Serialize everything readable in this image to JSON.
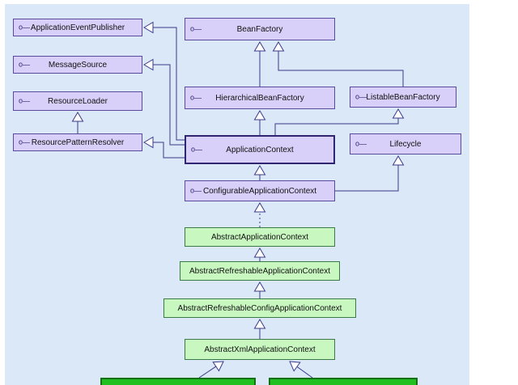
{
  "diagram": {
    "nodes": [
      {
        "id": "app-event-publisher",
        "kind": "interface",
        "label": "ApplicationEventPublisher",
        "icon": "interface-icon"
      },
      {
        "id": "message-source",
        "kind": "interface",
        "label": "MessageSource",
        "icon": "interface-icon"
      },
      {
        "id": "resource-loader",
        "kind": "interface",
        "label": "ResourceLoader",
        "icon": "interface-icon"
      },
      {
        "id": "resource-pattern-resolver",
        "kind": "interface",
        "label": "ResourcePatternResolver",
        "icon": "interface-icon"
      },
      {
        "id": "bean-factory",
        "kind": "interface",
        "label": "BeanFactory",
        "icon": "interface-icon"
      },
      {
        "id": "hierarchical-bean-factory",
        "kind": "interface",
        "label": "HierarchicalBeanFactory",
        "icon": "interface-icon"
      },
      {
        "id": "listable-bean-factory",
        "kind": "interface",
        "label": "ListableBeanFactory",
        "icon": "interface-icon"
      },
      {
        "id": "application-context",
        "kind": "interface",
        "label": "ApplicationContext",
        "icon": "interface-icon",
        "highlight": true
      },
      {
        "id": "lifecycle",
        "kind": "interface",
        "label": "Lifecycle",
        "icon": "interface-icon"
      },
      {
        "id": "configurable-application-context",
        "kind": "interface",
        "label": "ConfigurableApplicationContext",
        "icon": "interface-icon"
      },
      {
        "id": "abstract-application-context",
        "kind": "class",
        "label": "AbstractApplicationContext"
      },
      {
        "id": "abstract-refreshable-application-context",
        "kind": "class",
        "label": "AbstractRefreshableApplicationContext"
      },
      {
        "id": "abstract-refreshable-config-application-context",
        "kind": "class",
        "label": "AbstractRefreshableConfigApplicationContext"
      },
      {
        "id": "abstract-xml-application-context",
        "kind": "class",
        "label": "AbstractXmlApplicationContext"
      },
      {
        "id": "subclass-left",
        "kind": "class",
        "label": "",
        "dark": true
      },
      {
        "id": "subclass-right",
        "kind": "class",
        "label": "",
        "dark": true
      }
    ],
    "edges": [
      {
        "from": "hierarchical-bean-factory",
        "to": "bean-factory",
        "style": "extends"
      },
      {
        "from": "listable-bean-factory",
        "to": "bean-factory",
        "style": "extends"
      },
      {
        "from": "application-context",
        "to": "app-event-publisher",
        "style": "extends"
      },
      {
        "from": "application-context",
        "to": "message-source",
        "style": "extends"
      },
      {
        "from": "application-context",
        "to": "resource-pattern-resolver",
        "style": "extends"
      },
      {
        "from": "resource-pattern-resolver",
        "to": "resource-loader",
        "style": "extends"
      },
      {
        "from": "application-context",
        "to": "hierarchical-bean-factory",
        "style": "extends"
      },
      {
        "from": "application-context",
        "to": "listable-bean-factory",
        "style": "extends"
      },
      {
        "from": "configurable-application-context",
        "to": "application-context",
        "style": "extends"
      },
      {
        "from": "configurable-application-context",
        "to": "lifecycle",
        "style": "extends"
      },
      {
        "from": "abstract-application-context",
        "to": "configurable-application-context",
        "style": "implements"
      },
      {
        "from": "abstract-refreshable-application-context",
        "to": "abstract-application-context",
        "style": "extends"
      },
      {
        "from": "abstract-refreshable-config-application-context",
        "to": "abstract-refreshable-application-context",
        "style": "extends"
      },
      {
        "from": "abstract-xml-application-context",
        "to": "abstract-refreshable-config-application-context",
        "style": "extends"
      },
      {
        "from": "subclass-left",
        "to": "abstract-xml-application-context",
        "style": "extends"
      },
      {
        "from": "subclass-right",
        "to": "abstract-xml-application-context",
        "style": "extends"
      }
    ]
  },
  "colors": {
    "interface_fill": "#d8d0f8",
    "interface_border": "#5a4a9e",
    "class_fill": "#c8f7c0",
    "class_border": "#3b7a48",
    "edge": "#3a3a8a",
    "canvas": "#dbe8f7"
  }
}
